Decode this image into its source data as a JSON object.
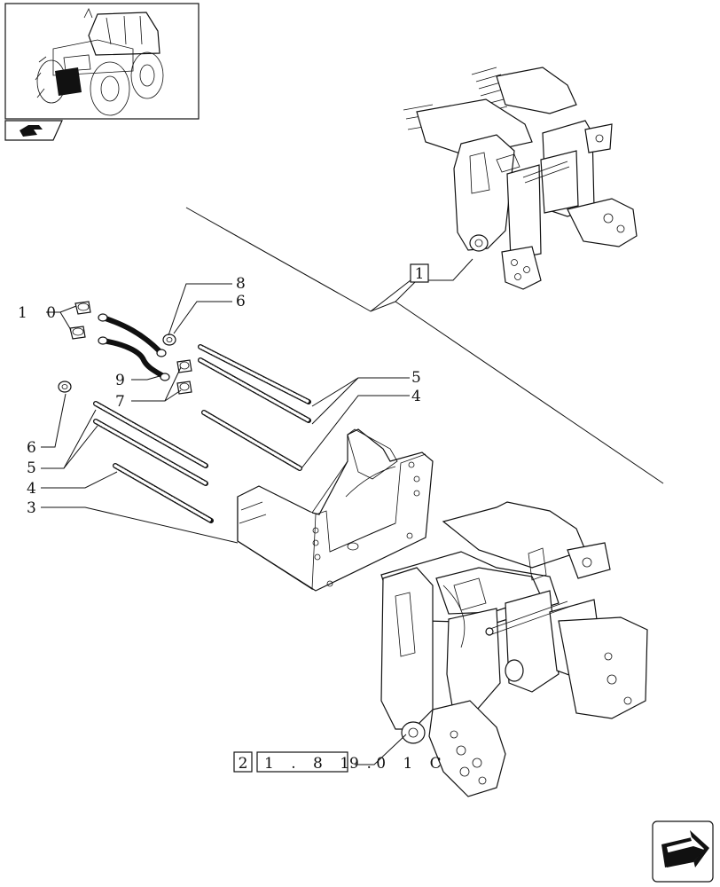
{
  "callouts": {
    "c10": "1 0",
    "c8": "8",
    "c6a": "6",
    "c9": "9",
    "c7": "7",
    "c5a": "5",
    "c4a": "4",
    "c6b": "6",
    "c5b": "5",
    "c4b": "4",
    "c3": "3",
    "c1": "1"
  },
  "reference": {
    "box_number": "2",
    "code_boxed": "1 . 8 1 .",
    "code_tail": "9 0 1 C"
  },
  "icons": [
    "tractor-thumbnail-icon",
    "hand-pointer-icon",
    "next-page-arrow-icon"
  ]
}
